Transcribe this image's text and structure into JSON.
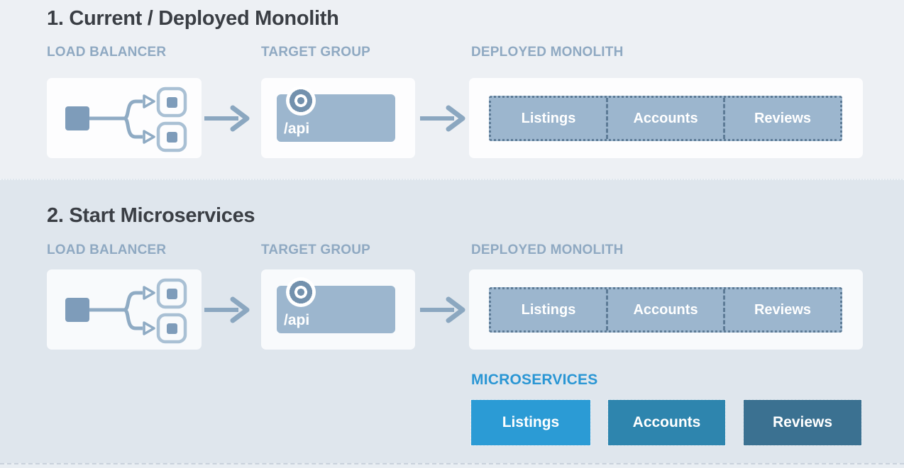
{
  "colors": {
    "band1_background": "#edf0f4",
    "band2_background": "#dfe6ed",
    "card_background": "#fdfdfe",
    "slate_fill": "#9cb6ce",
    "slate_icon": "#7e9cba",
    "dashed_border": "#5d7b96",
    "column_label": "#8fa9c2",
    "title_text": "#3a3e44",
    "arrow": "#8ba7c0",
    "microservices_accent": "#2a96d4"
  },
  "sections": [
    {
      "title": "1. Current / Deployed Monolith",
      "columns": {
        "load_balancer": "LOAD BALANCER",
        "target_group": "TARGET GROUP",
        "deployed_monolith": "DEPLOYED MONOLITH"
      },
      "target_group_route": "/api",
      "monolith_cells": [
        "Listings",
        "Accounts",
        "Reviews"
      ]
    },
    {
      "title": "2. Start Microservices",
      "columns": {
        "load_balancer": "LOAD BALANCER",
        "target_group": "TARGET GROUP",
        "deployed_monolith": "DEPLOYED MONOLITH"
      },
      "target_group_route": "/api",
      "monolith_cells": [
        "Listings",
        "Accounts",
        "Reviews"
      ],
      "microservices": {
        "label": "MICROSERVICES",
        "services": [
          {
            "name": "Listings",
            "color": "#2b9bd5"
          },
          {
            "name": "Accounts",
            "color": "#2e85ae"
          },
          {
            "name": "Reviews",
            "color": "#3b7191"
          }
        ]
      }
    }
  ]
}
